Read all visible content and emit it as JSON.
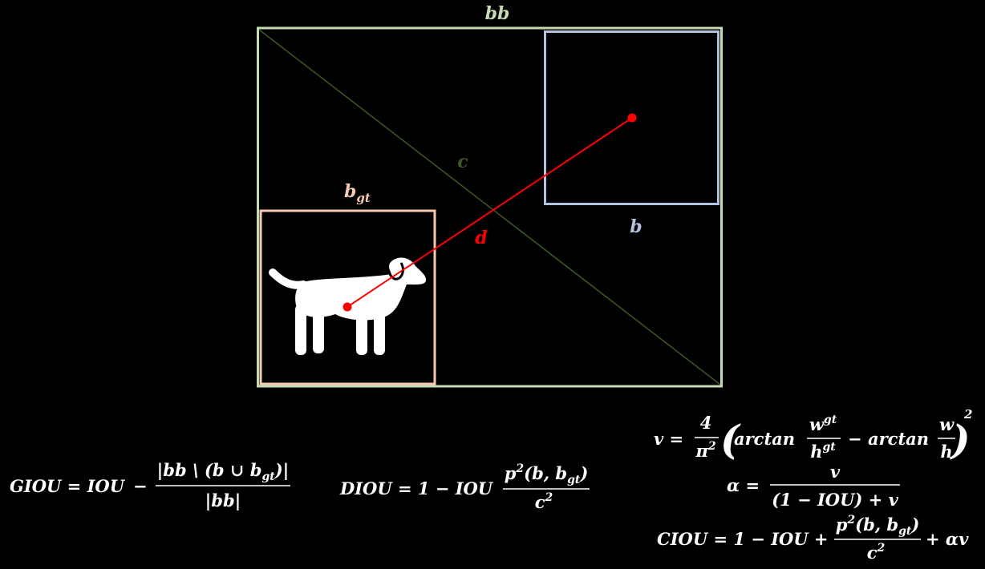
{
  "colors": {
    "background": "#000000",
    "enclosing_box": "#c5dbb2",
    "diagonal": "#3b5a25",
    "pred_box": "#b4c2e2",
    "gt_box": "#f6c9b0",
    "distance": "#ff0000",
    "formula": "#ffffff",
    "dog": "#ffffff"
  },
  "labels": {
    "enclosing": "bb",
    "diagonal": "c",
    "gt_base": "b",
    "gt_sub": "gt",
    "pred": "b",
    "distance": "d"
  },
  "icons": {
    "dog": "dog-icon"
  },
  "giou": {
    "lhs": "GIOU = IOU",
    "minus": "−",
    "num": "|bb \\ (b ∪ b",
    "num_sub": "gt",
    "num_end": ")|",
    "den": "|bb|"
  },
  "diou": {
    "lhs": "DIOU = 1 − IOU",
    "num_p": "p",
    "num_sup": "2",
    "num_args": "(b, b",
    "num_sub": "gt",
    "num_end": ")",
    "den_c": "c",
    "den_sup": "2"
  },
  "v_formula": {
    "lhs": "v =",
    "frac_num": "4",
    "frac_den": "π",
    "frac_den_sup": "2",
    "lparen": "(",
    "arctan1": "arctan",
    "w_gt": "w",
    "w_gt_sup": "gt",
    "h_gt": "h",
    "h_gt_sup": "gt",
    "minus": "−",
    "arctan2": "arctan",
    "w": "w",
    "h": "h",
    "rparen": ")",
    "outer_sup": "2"
  },
  "alpha_formula": {
    "lhs": "α =",
    "num": "v",
    "den": "(1 − IOU) + v"
  },
  "ciou": {
    "lhs": "CIOU = 1 − IOU +",
    "num_p": "p",
    "num_sup": "2",
    "num_args": "(b, b",
    "num_sub": "gt",
    "num_end": ")",
    "den_c": "c",
    "den_sup": "2",
    "tail": "+ αv"
  }
}
